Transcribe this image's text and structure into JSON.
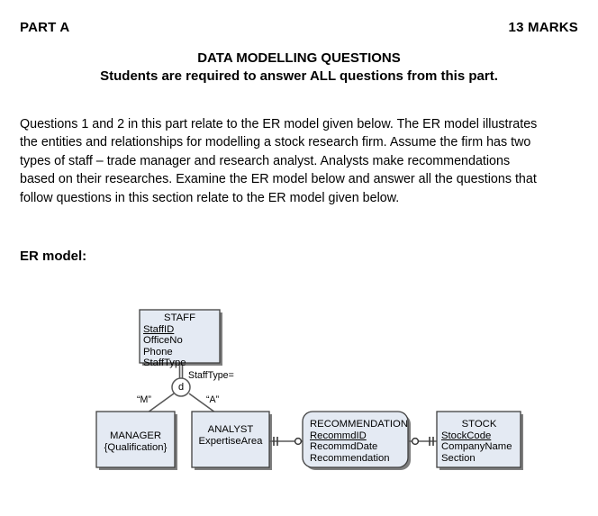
{
  "header": {
    "part_label": "PART A",
    "marks_label": "13 MARKS"
  },
  "titles": {
    "main": "DATA MODELLING QUESTIONS",
    "sub": "Students are required to answer ALL questions from this part."
  },
  "intro": {
    "paragraph": "Questions 1 and 2 in this part relate to the ER model given below. The ER model illustrates the entities and relationships for modelling a stock research firm. Assume the firm has two types of staff – trade manager and research analyst.  Analysts make recommendations based on their researches. Examine the ER model below and answer all the questions that follow questions in this section relate to the ER model given below."
  },
  "er_section": {
    "label": "ER model:"
  },
  "diagram": {
    "colors": {
      "entity_fill": "#e4eaf3",
      "entity_border": "#404040",
      "entity_shadow": "#808080",
      "connector": "#595959"
    },
    "entities": [
      {
        "id": "staff",
        "name": "STAFF",
        "shape": "rectangle",
        "attributes": [
          "StaffID",
          "OfficeNo",
          "Phone",
          "StaffType"
        ],
        "primary_key": "StaffID"
      },
      {
        "id": "manager",
        "name": "MANAGER",
        "shape": "rectangle",
        "attributes": [
          "{Qualification}"
        ],
        "primary_key": ""
      },
      {
        "id": "analyst",
        "name": "ANALYST",
        "shape": "rectangle",
        "attributes": [
          "ExpertiseArea"
        ],
        "primary_key": ""
      },
      {
        "id": "recommendation",
        "name": "RECOMMENDATION",
        "shape": "rounded-rectangle",
        "attributes": [
          "RecommdID",
          "RecommdDate",
          "Recommendation"
        ],
        "primary_key": "RecommdID"
      },
      {
        "id": "stock",
        "name": "STOCK",
        "shape": "rectangle",
        "attributes": [
          "StockCode",
          "CompanyName",
          "Section"
        ],
        "primary_key": "StockCode"
      }
    ],
    "specialization": {
      "symbol": "d",
      "type": "disjoint",
      "discriminator": "StaffType=",
      "subclass_labels": [
        "“M”",
        "“A”"
      ]
    }
  }
}
